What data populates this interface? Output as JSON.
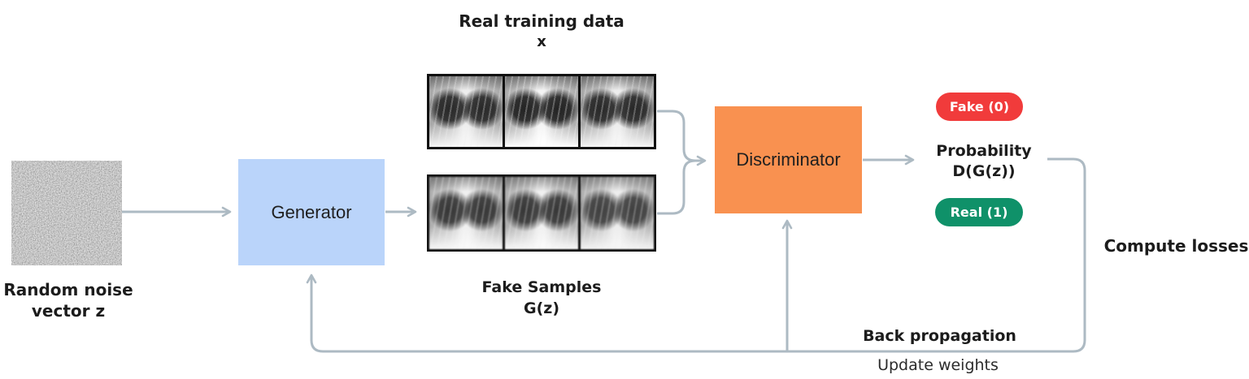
{
  "diagram": {
    "real_data": {
      "title": "Real training data",
      "subtitle": "x"
    },
    "noise": {
      "label_line1": "Random noise",
      "label_line2": "vector z"
    },
    "generator": {
      "label": "Generator"
    },
    "fake_samples": {
      "label_line1": "Fake Samples",
      "label_line2": "G(z)"
    },
    "discriminator": {
      "label": "Discriminator"
    },
    "output": {
      "fake_badge": "Fake (0)",
      "probability_line1": "Probability",
      "probability_line2": "D(G(z))",
      "real_badge": "Real (1)"
    },
    "loss": {
      "compute": "Compute losses",
      "backprop": "Back propagation",
      "update": "Update weights"
    },
    "images": {
      "noise": "random-noise-texture",
      "real": [
        "chest-xray",
        "chest-xray",
        "chest-xray"
      ],
      "fake": [
        "generated-chest-xray",
        "generated-chest-xray",
        "generated-chest-xray"
      ]
    },
    "colors": {
      "generator_fill": "#BAD4FA",
      "discriminator_fill": "#F99150",
      "badge_fake_bg": "#F13B3B",
      "badge_real_bg": "#0F9169",
      "arrow": "#ADBAC3",
      "text": "#1C1C1C"
    }
  }
}
